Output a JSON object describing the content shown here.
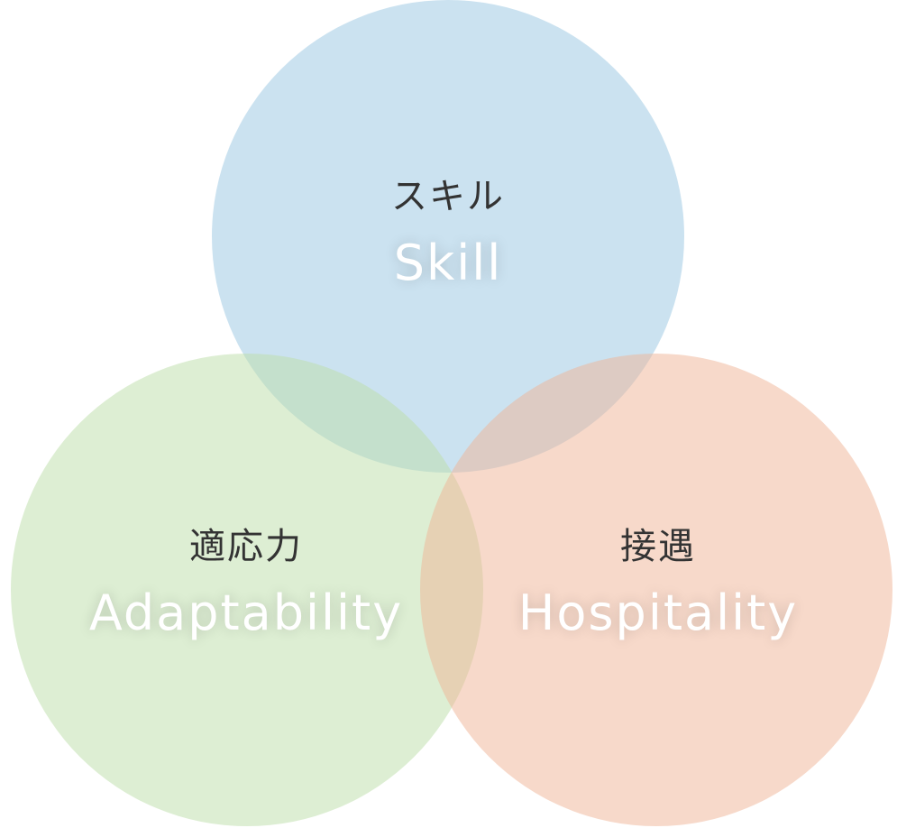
{
  "diagram": {
    "type": "venn",
    "circles": [
      {
        "id": "skill",
        "label_ja": "スキル",
        "label_en": "Skill",
        "color": "#cae3f0"
      },
      {
        "id": "adaptability",
        "label_ja": "適応力",
        "label_en": "Adaptability",
        "color": "#dcedd4"
      },
      {
        "id": "hospitality",
        "label_ja": "接遇",
        "label_en": "Hospitality",
        "color": "#f6d9ca"
      }
    ]
  }
}
